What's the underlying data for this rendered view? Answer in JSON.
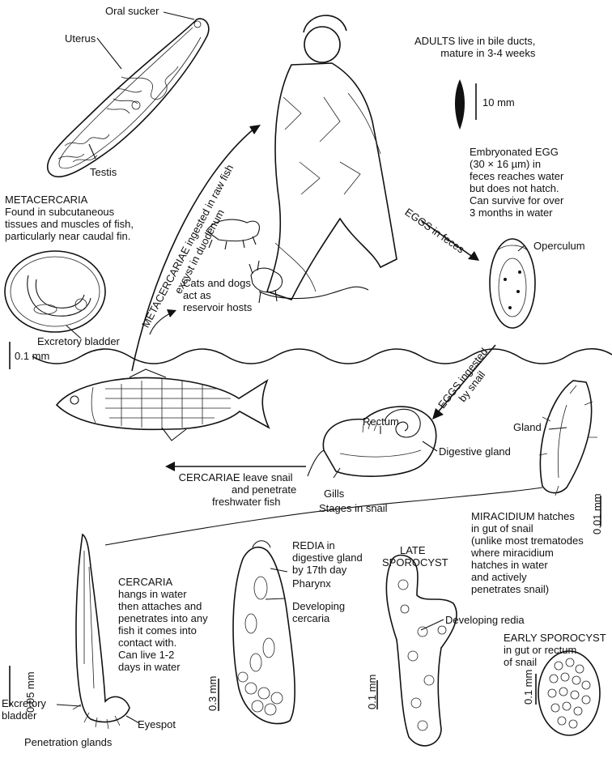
{
  "labels": {
    "oral_sucker": "Oral sucker",
    "uterus": "Uterus",
    "testis": "Testis",
    "adults": [
      "ADULTS live in bile ducts,",
      "mature in 3-4 weeks"
    ],
    "adult_scale": "10 mm",
    "embryonated_egg": [
      "Embryonated EGG",
      "(30 × 16 µm) in",
      "feces reaches water",
      "but does not hatch.",
      "Can survive for over",
      "3 months in water"
    ],
    "eggs_in_feces": "EGGS in feces",
    "operculum": "Operculum",
    "metacercaria": [
      "METACERCARIA",
      "Found in subcutaneous",
      "tissues and muscles of fish,",
      "particularly near caudal fin."
    ],
    "ingested_raw_fish": [
      "METACERCARIAE ingested in raw fish",
      "excyst in duodenum"
    ],
    "reservoir_hosts": [
      "Cats and dogs",
      "act as",
      "reservoir hosts"
    ],
    "excretory_bladder_meta": "Excretory bladder",
    "meta_scale": "0.1 mm",
    "eggs_ingested": [
      "EGGS ingested",
      "by snail"
    ],
    "rectum": "Rectum",
    "digestive_gland": "Digestive gland",
    "gland": "Gland",
    "gills": "Gills",
    "stages_in_snail": "Stages in snail",
    "cercariae_leave": [
      "CERCARIAE leave snail",
      "and penetrate",
      "freshwater fish"
    ],
    "miracidium_scale": "0.01 mm",
    "miracidium": [
      "MIRACIDIUM hatches",
      "in gut of snail",
      "(unlike most trematodes",
      "where miracidium",
      "hatches in water",
      "and actively",
      "penetrates snail)"
    ],
    "cercaria": [
      "CERCARIA",
      "hangs in water",
      "then attaches and",
      "penetrates into any",
      "fish it comes into",
      "contact with.",
      "Can live 1-2",
      "days in water"
    ],
    "cercaria_scale": "0.05 mm",
    "excretory_bladder_cerc": [
      "Excretory",
      "bladder"
    ],
    "eyespot": "Eyespot",
    "penetration_glands": "Penetration glands",
    "redia": [
      "REDIA in",
      "digestive gland",
      "by 17th day"
    ],
    "pharynx": "Pharynx",
    "developing_cercaria": [
      "Developing",
      "cercaria"
    ],
    "redia_scale": "0.3 mm",
    "late_sporocyst": [
      "LATE",
      "SPOROCYST"
    ],
    "developing_redia": "Developing redia",
    "late_scale": "0.1 mm",
    "early_sporocyst": [
      "EARLY SPOROCYST",
      "in gut or rectum",
      "of snail"
    ],
    "early_scale": "0.1 mm"
  }
}
